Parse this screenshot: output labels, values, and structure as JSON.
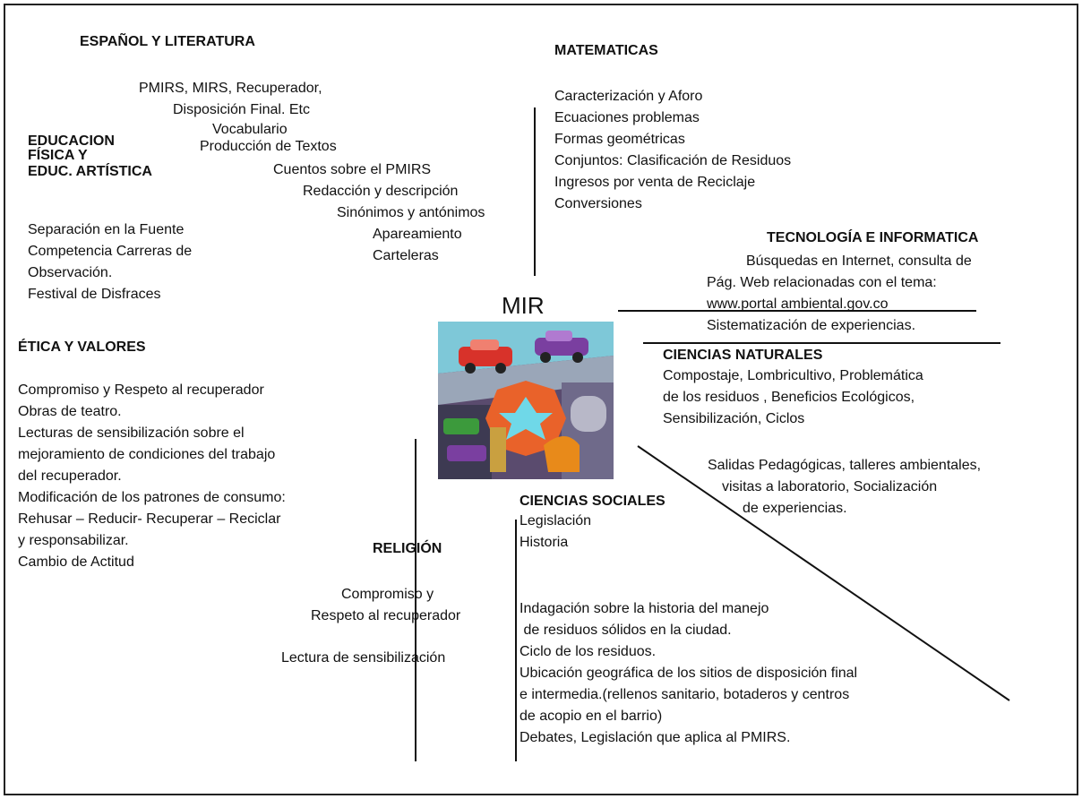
{
  "center": {
    "title": "MIR",
    "image": "recycling-clipart-icon"
  },
  "espanol": {
    "heading": "ESPAÑOL Y LITERATURA",
    "lines": [
      "PMIRS, MIRS, Recuperador,",
      "Disposición Final. Etc",
      "Vocabulario",
      "Producción de Textos"
    ],
    "lines2": [
      "Cuentos sobre el PMIRS",
      "Redacción y descripción",
      "Sinónimos y antónimos",
      "Apareamiento",
      "Carteleras"
    ]
  },
  "educacion": {
    "heading": [
      "EDUCACION",
      "FÍSICA Y",
      "EDUC. ARTÍSTICA"
    ],
    "lines": [
      "Separación en la Fuente",
      "Competencia Carreras de",
      "Observación.",
      "Festival de Disfraces"
    ]
  },
  "etica": {
    "heading": "ÉTICA Y VALORES",
    "lines": [
      "Compromiso y Respeto al recuperador",
      "Obras de teatro.",
      "Lecturas de sensibilización sobre el",
      "mejoramiento de condiciones del trabajo",
      "del recuperador.",
      "Modificación de los patrones de consumo:",
      "Rehusar – Reducir- Recuperar – Reciclar",
      "y responsabilizar.",
      "Cambio de Actitud"
    ]
  },
  "matematicas": {
    "heading": "MATEMATICAS",
    "lines": [
      "Caracterización y Aforo",
      "Ecuaciones problemas",
      "Formas geométricas",
      "Conjuntos: Clasificación de Residuos",
      "Ingresos por venta de Reciclaje",
      "Conversiones"
    ]
  },
  "tecnologia": {
    "heading": "TECNOLOGÍA E INFORMATICA",
    "lines": [
      "Búsquedas en Internet, consulta de",
      "Pág. Web relacionadas con el tema:",
      "www.portal ambiental.gov.co",
      "Sistematización de experiencias."
    ]
  },
  "naturales": {
    "heading": "CIENCIAS NATURALES",
    "lines": [
      "Compostaje, Lombricultivo, Problemática",
      "de los residuos , Beneficios Ecológicos,",
      "Sensibilización, Ciclos"
    ],
    "lines2": [
      "Salidas Pedagógicas, talleres ambientales,",
      "visitas a laboratorio, Socialización",
      "de experiencias."
    ]
  },
  "sociales": {
    "heading": "CIENCIAS SOCIALES",
    "lines": [
      "Legislación",
      "Historia"
    ],
    "lines2": [
      "Indagación sobre la historia del manejo",
      " de residuos sólidos en la ciudad.",
      "Ciclo de los residuos.",
      "Ubicación geográfica de los sitios de disposición final",
      "e intermedia.(rellenos sanitario, botaderos y centros",
      "de acopio en el barrio)",
      "Debates, Legislación que aplica al PMIRS."
    ]
  },
  "religion": {
    "heading": "RELIGIÓN",
    "lines": [
      "Compromiso y",
      "Respeto al recuperador"
    ],
    "line3": "Lectura de sensibilización"
  }
}
